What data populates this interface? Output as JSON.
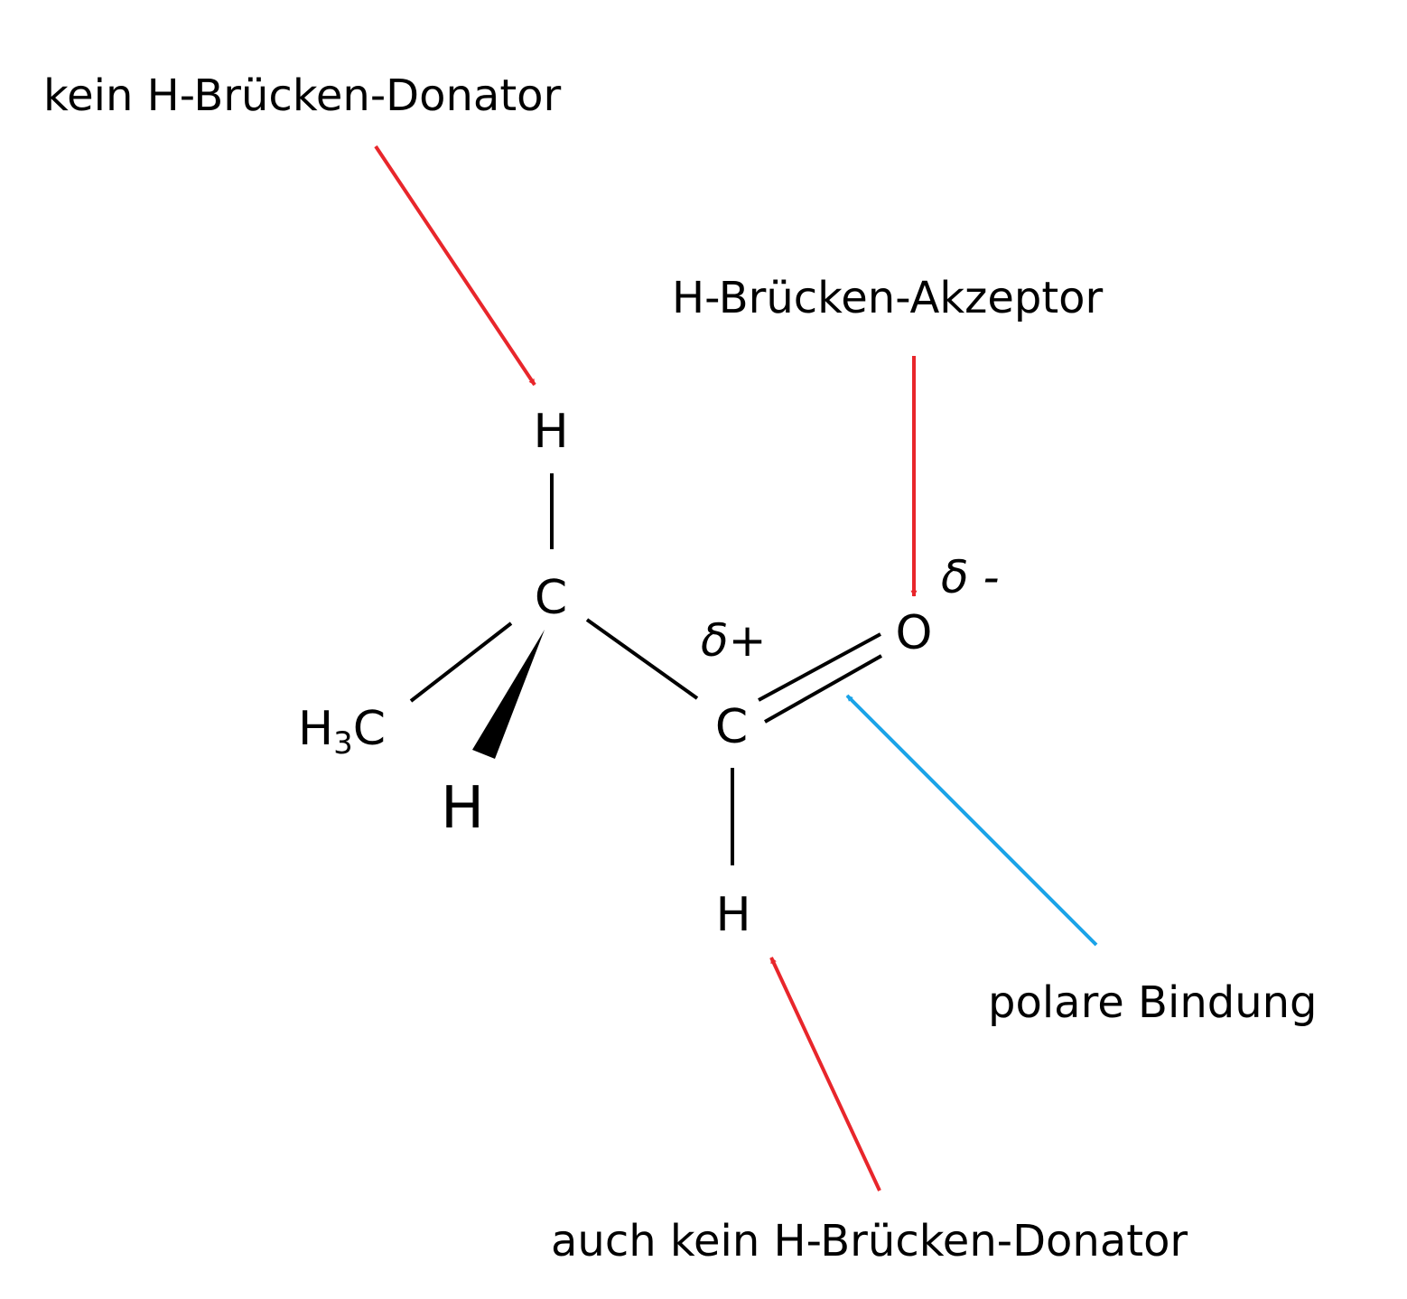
{
  "annotations": {
    "top_left": "kein H-Brücken-Donator",
    "top_right": "H-Brücken-Akzeptor",
    "right": "polare Bindung",
    "bottom": "auch kein H-Brücken-Donator"
  },
  "atoms": {
    "h_top": "H",
    "c_upper": "C",
    "h3c_main": "H",
    "h3c_sub": "3",
    "h3c_tail": "C",
    "h_wedge": "H",
    "c_lower": "C",
    "o": "O",
    "h_bottom": "H"
  },
  "charges": {
    "delta_plus": "δ+",
    "delta_minus": "δ -"
  },
  "colors": {
    "arrow_red": "#e8262b",
    "arrow_blue": "#1aa3e8",
    "ink": "#000000"
  }
}
